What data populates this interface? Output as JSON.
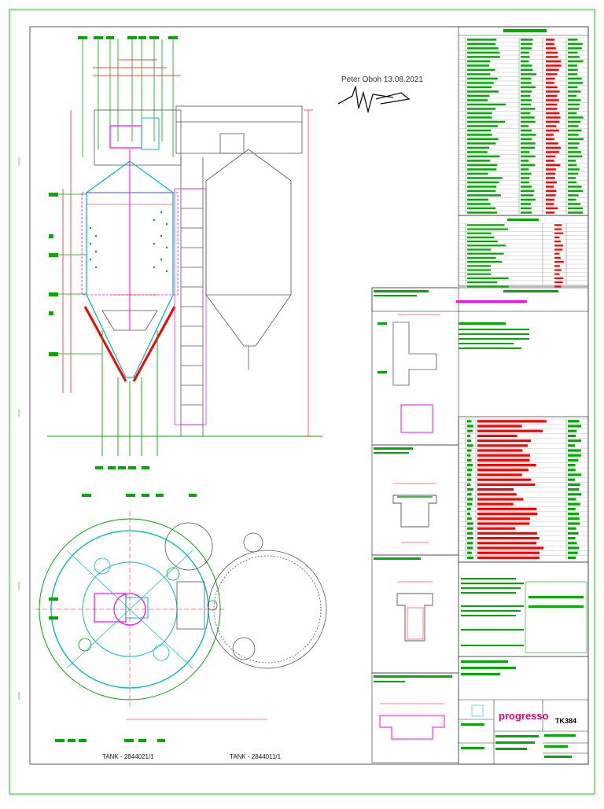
{
  "signature": {
    "text": "Peter Oboh 13.08.2021",
    "mark": "handwritten signature"
  },
  "views": {
    "tank_left_label": "TANK - 2844021/1",
    "tank_right_label": "TANK - 2844011/1"
  },
  "title_block": {
    "company": "progresso",
    "drawing_number": "TK384"
  },
  "colors": {
    "frame": "#22dd22",
    "equipment_line": "#00bfbf",
    "piping": "#ff00ff",
    "dimension": "#ff0000",
    "annotation": "#00aa00",
    "vessel_outline": "#555555"
  }
}
